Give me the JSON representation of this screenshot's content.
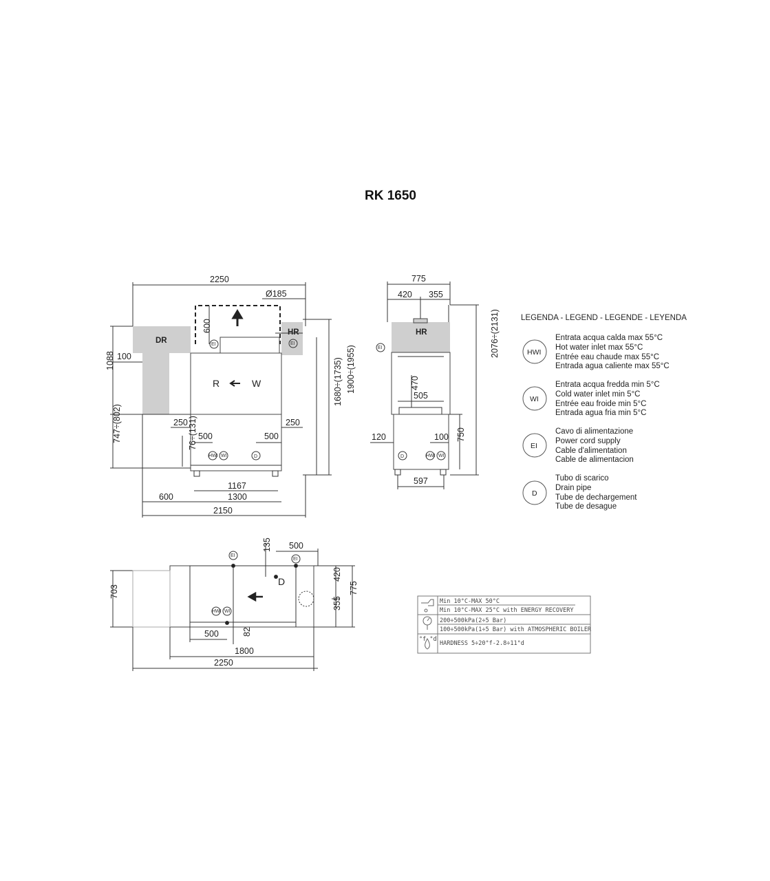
{
  "title": "RK 1650",
  "front_view": {
    "overall_width": "2250",
    "dia": "Ø185",
    "hood_h": "600",
    "dr": "DR",
    "hr": "HR",
    "left_offset": "100",
    "dr_height": "1088",
    "height_a": "1680÷(1735)",
    "height_b": "1900÷(1955)",
    "r": "R",
    "w": "W",
    "side_left": "250",
    "side_right": "250",
    "leg_h": "747÷(802)",
    "foot_h": "76÷(131)",
    "conn_left": "500",
    "conn_right": "500",
    "w1167": "1167",
    "w1300": "1300",
    "w600": "600",
    "w2150": "2150",
    "ei": "EI",
    "hwi": "HWI",
    "wi": "WI",
    "d": "D"
  },
  "side_view": {
    "depth": "775",
    "d420": "420",
    "d355": "355",
    "hr": "HR",
    "h2076": "2076÷(2131)",
    "d470": "470",
    "d505": "505",
    "d120": "120",
    "d100": "100",
    "d750": "750",
    "d597": "597",
    "ei": "EI",
    "d": "D",
    "hwi": "HWI",
    "wi": "WI"
  },
  "plan_view": {
    "d135": "135",
    "d500_top": "500",
    "d703": "703",
    "d420": "420",
    "d775": "775",
    "d355": "355",
    "d500_bot": "500",
    "d82": "82",
    "d1800": "1800",
    "d2250": "2250",
    "d": "D",
    "ei": "EI",
    "hwi": "HWI",
    "wi": "WI"
  },
  "legend": {
    "heading": "LEGENDA - LEGEND - LEGENDE - LEYENDA",
    "items": [
      {
        "code": "HWI",
        "lines": [
          "Entrata acqua calda max 55°C",
          "Hot water inlet max 55°C",
          "Entrée eau chaude max 55°C",
          "Entrada agua caliente max 55°C"
        ]
      },
      {
        "code": "WI",
        "lines": [
          "Entrata acqua fredda min 5°C",
          "Cold water inlet min 5°C",
          "Entrée eau froide min 5°C",
          "Entrada agua fria min 5°C"
        ]
      },
      {
        "code": "EI",
        "lines": [
          "Cavo di alimentazione",
          "Power cord supply",
          "Cable d'alimentation",
          "Cable de alimentacion"
        ]
      },
      {
        "code": "D",
        "lines": [
          "Tubo di scarico",
          "Drain pipe",
          "Tube de dechargement",
          "Tube de desague"
        ]
      }
    ]
  },
  "spec_table": {
    "rows": [
      "Min 10°C-MAX 50°C",
      "Min 10°C-MAX 25°C with ENERGY RECOVERY",
      "200÷500kPa(2÷5 Bar)",
      "100÷500kPa(1÷5 Bar) with ATMOSPHERIC BOILER",
      "HARDNESS 5÷20°f-2.8÷11°d"
    ],
    "icon_label": "°f °d"
  },
  "colors": {
    "grey_fill": "#cfcfcf",
    "line": "#333333"
  }
}
